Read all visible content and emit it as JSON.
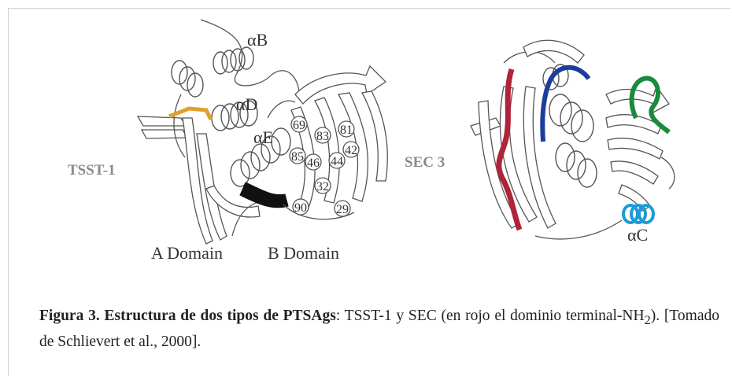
{
  "figure": {
    "left_panel": {
      "name": "TSST-1",
      "helix_labels": [
        "αB",
        "αD",
        "αE"
      ],
      "residue_numbers": [
        "69",
        "83",
        "81",
        "42",
        "85",
        "46",
        "44",
        "32",
        "90",
        "29"
      ],
      "domain_labels": [
        "A Domain",
        "B Domain"
      ]
    },
    "right_panel": {
      "name": "SEC 3",
      "helix_labels": [
        "αC"
      ]
    },
    "colors": {
      "ribbon_fill": "#ffffff",
      "ribbon_outline": "#555555",
      "loop_orange": "#e0a030",
      "loop_black": "#111111",
      "nterminal_red": "#b0243a",
      "segment_blue": "#1d3c9e",
      "segment_green": "#1a8a3c",
      "helix_cyan": "#1e9ad6",
      "label_gray": "#8a8a8a"
    }
  },
  "caption": {
    "bold": "Figura 3. Estructura de dos tipos de PTSAgs",
    "text_part1": ": TSST-1 y SEC (en rojo el dominio terminal-NH",
    "subscript": "2",
    "text_part2": ").  [Tomado de Schlievert et al., 2000]."
  }
}
